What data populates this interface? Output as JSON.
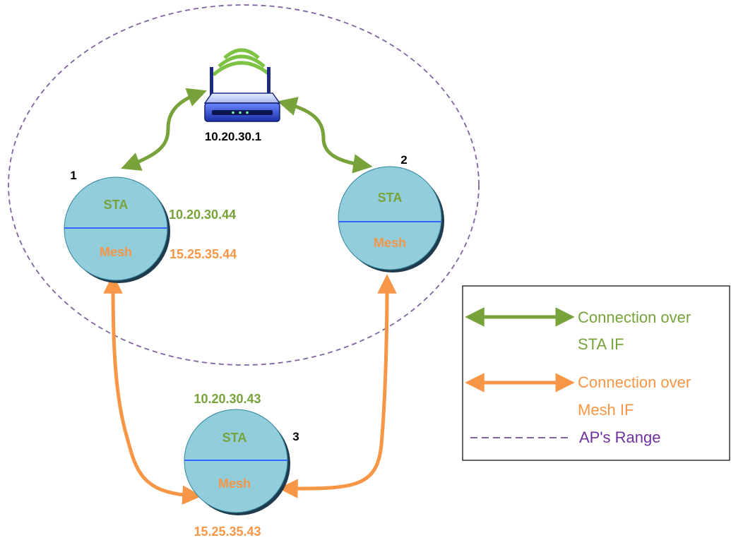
{
  "colors": {
    "sta": "#77a33a",
    "mesh": "#f79646",
    "range": "#8064a2",
    "node_fill": "#92cddc",
    "node_shadow": "#1f3b4d",
    "divider": "#3366ff",
    "text_dark": "#000000"
  },
  "router": {
    "icon": "wireless-router-icon",
    "ip": "10.20.30.1"
  },
  "nodes": [
    {
      "id": "1",
      "sta_label": "STA",
      "mesh_label": "Mesh",
      "sta_ip": "10.20.30.44",
      "mesh_ip": "15.25.35.44"
    },
    {
      "id": "2",
      "sta_label": "STA",
      "mesh_label": "Mesh",
      "sta_ip": "",
      "mesh_ip": ""
    },
    {
      "id": "3",
      "sta_label": "STA",
      "mesh_label": "Mesh",
      "sta_ip": "10.20.30.43",
      "mesh_ip": "15.25.35.43"
    }
  ],
  "legend": {
    "sta_line1": "Connection over",
    "sta_line2": "STA IF",
    "mesh_line1": "Connection over",
    "mesh_line2": "Mesh IF",
    "range": "AP's Range"
  }
}
